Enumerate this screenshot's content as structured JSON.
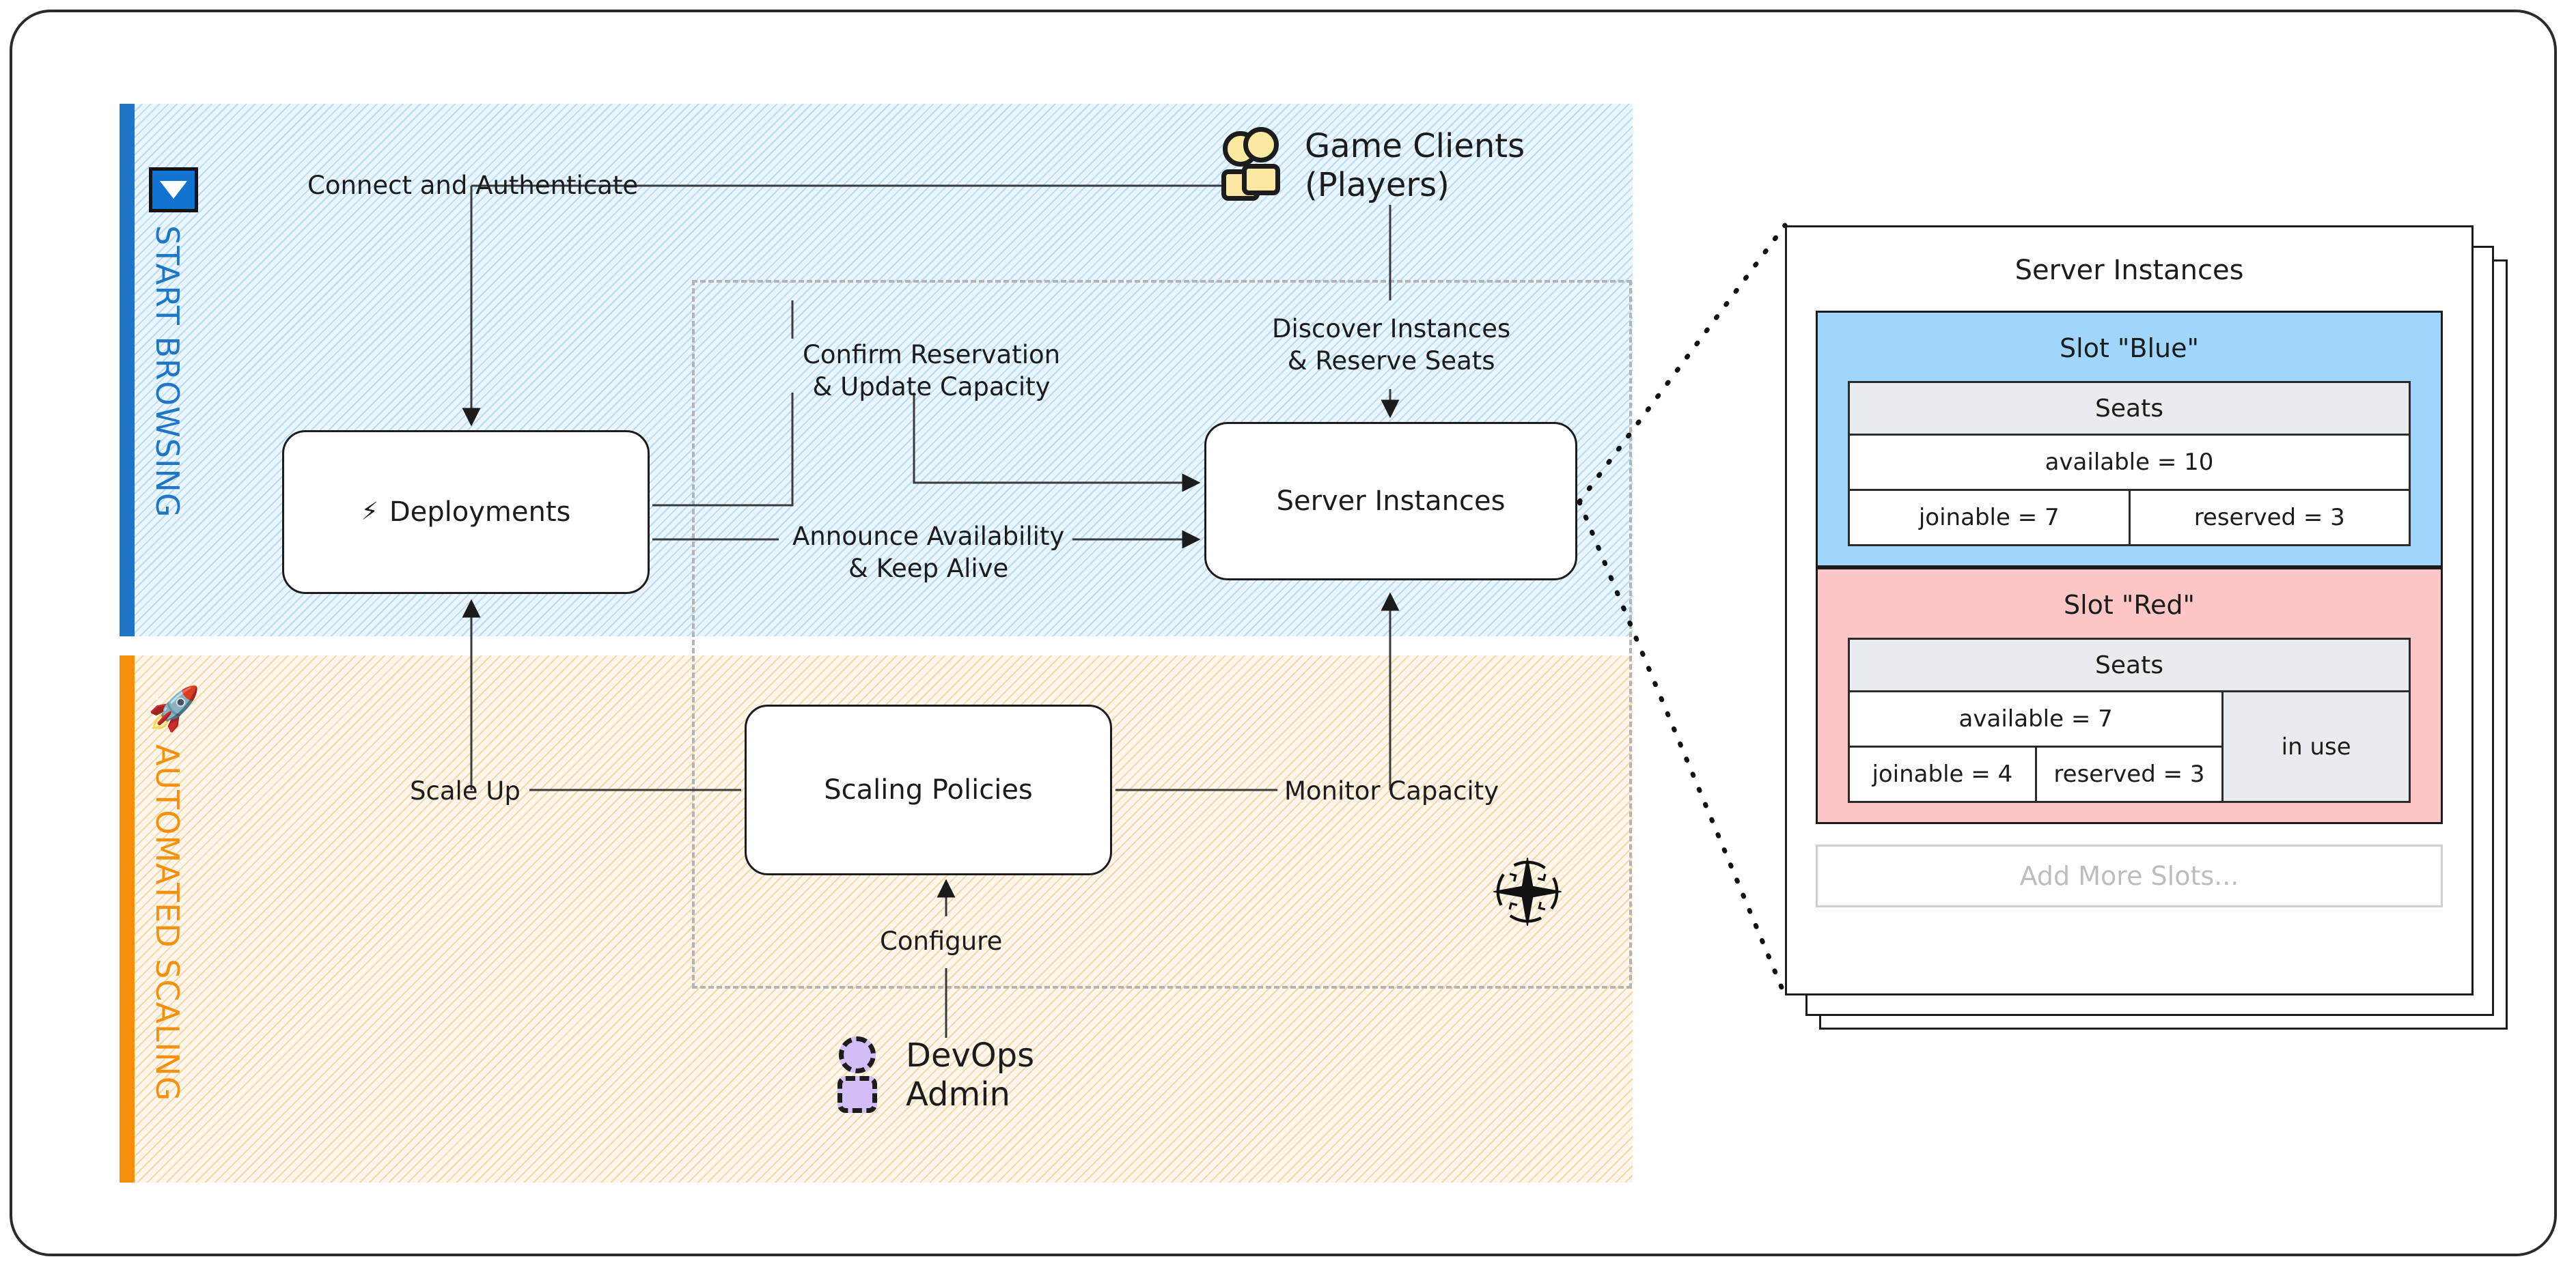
{
  "diagram": {
    "lanes": [
      {
        "id": "start-browsing",
        "title": "START BROWSING",
        "color": "#1f76c4",
        "icon": "collapse-triangle-icon"
      },
      {
        "id": "automated-scaling",
        "title": "AUTOMATED SCALING",
        "color": "#f5900c",
        "icon": "rocket-icon",
        "icon_glyph": "🚀"
      }
    ],
    "nodes": {
      "deployments": {
        "label": "Deployments",
        "icon": "lightning-bolt-icon",
        "icon_glyph": "⚡"
      },
      "server_instances": {
        "label": "Server Instances"
      },
      "scaling_policies": {
        "label": "Scaling Policies"
      }
    },
    "actors": {
      "game_clients": {
        "line1": "Game Clients",
        "line2": "(Players)",
        "icon": "people-icon",
        "fill": "#fbe9a2"
      },
      "devops_admin": {
        "line1": "DevOps",
        "line2": "Admin",
        "icon": "person-dashed-icon",
        "fill": "#d3bdf7"
      }
    },
    "edges": {
      "connect": "Connect and Authenticate",
      "confirm_l1": "Confirm Reservation",
      "confirm_l2": "& Update Capacity",
      "announce_l1": "Announce Availability",
      "announce_l2": "& Keep Alive",
      "discover_l1": "Discover Instances",
      "discover_l2": "& Reserve Seats",
      "scale_up": "Scale Up",
      "monitor": "Monitor Capacity",
      "configure": "Configure"
    },
    "compass": {
      "icon": "compass-rose-icon"
    }
  },
  "detail_panel": {
    "title": "Server Instances",
    "add_more": "Add More Slots...",
    "slots": [
      {
        "name": "Slot \"Blue\"",
        "fill": "#a0d5fc",
        "seats_header": "Seats",
        "available": "available = 10",
        "joinable": "joinable = 7",
        "reserved": "reserved = 3",
        "in_use": null
      },
      {
        "name": "Slot \"Red\"",
        "fill": "#fdc6c6",
        "seats_header": "Seats",
        "available": "available = 7",
        "joinable": "joinable = 4",
        "reserved": "reserved = 3",
        "in_use": "in use"
      }
    ]
  }
}
